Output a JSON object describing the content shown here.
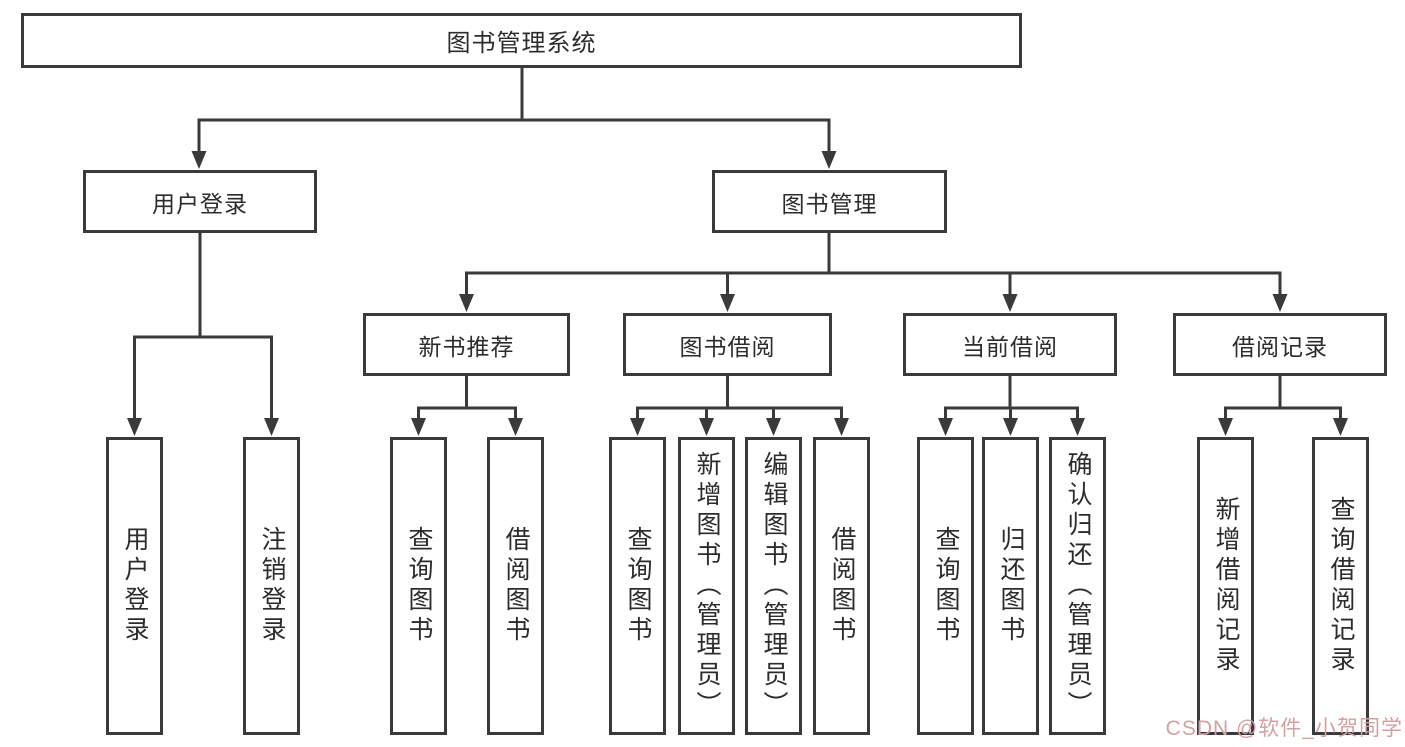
{
  "diagram": {
    "root": {
      "label": "图书管理系统"
    },
    "level2": [
      {
        "label": "用户登录"
      },
      {
        "label": "图书管理"
      }
    ],
    "level3": [
      {
        "label": "新书推荐"
      },
      {
        "label": "图书借阅"
      },
      {
        "label": "当前借阅"
      },
      {
        "label": "借阅记录"
      }
    ],
    "leaves": {
      "user_login": [
        "用户登录",
        "注销登录"
      ],
      "new_books": [
        "查询图书",
        "借阅图书"
      ],
      "book_borrow": [
        "查询图书",
        "新增图书（管理员）",
        "编辑图书（管理员）",
        "借阅图书"
      ],
      "current_borrow": [
        "查询图书",
        "归还图书",
        "确认归还（管理员）"
      ],
      "borrow_records": [
        "新增借阅记录",
        "查询借阅记录"
      ]
    }
  },
  "watermark": {
    "text": "CSDN @软件_小贺同学"
  },
  "colors": {
    "line": "#3a3a3a",
    "text": "#2c2c2c",
    "background": "#ffffff",
    "watermark": "#d4a0a0"
  }
}
